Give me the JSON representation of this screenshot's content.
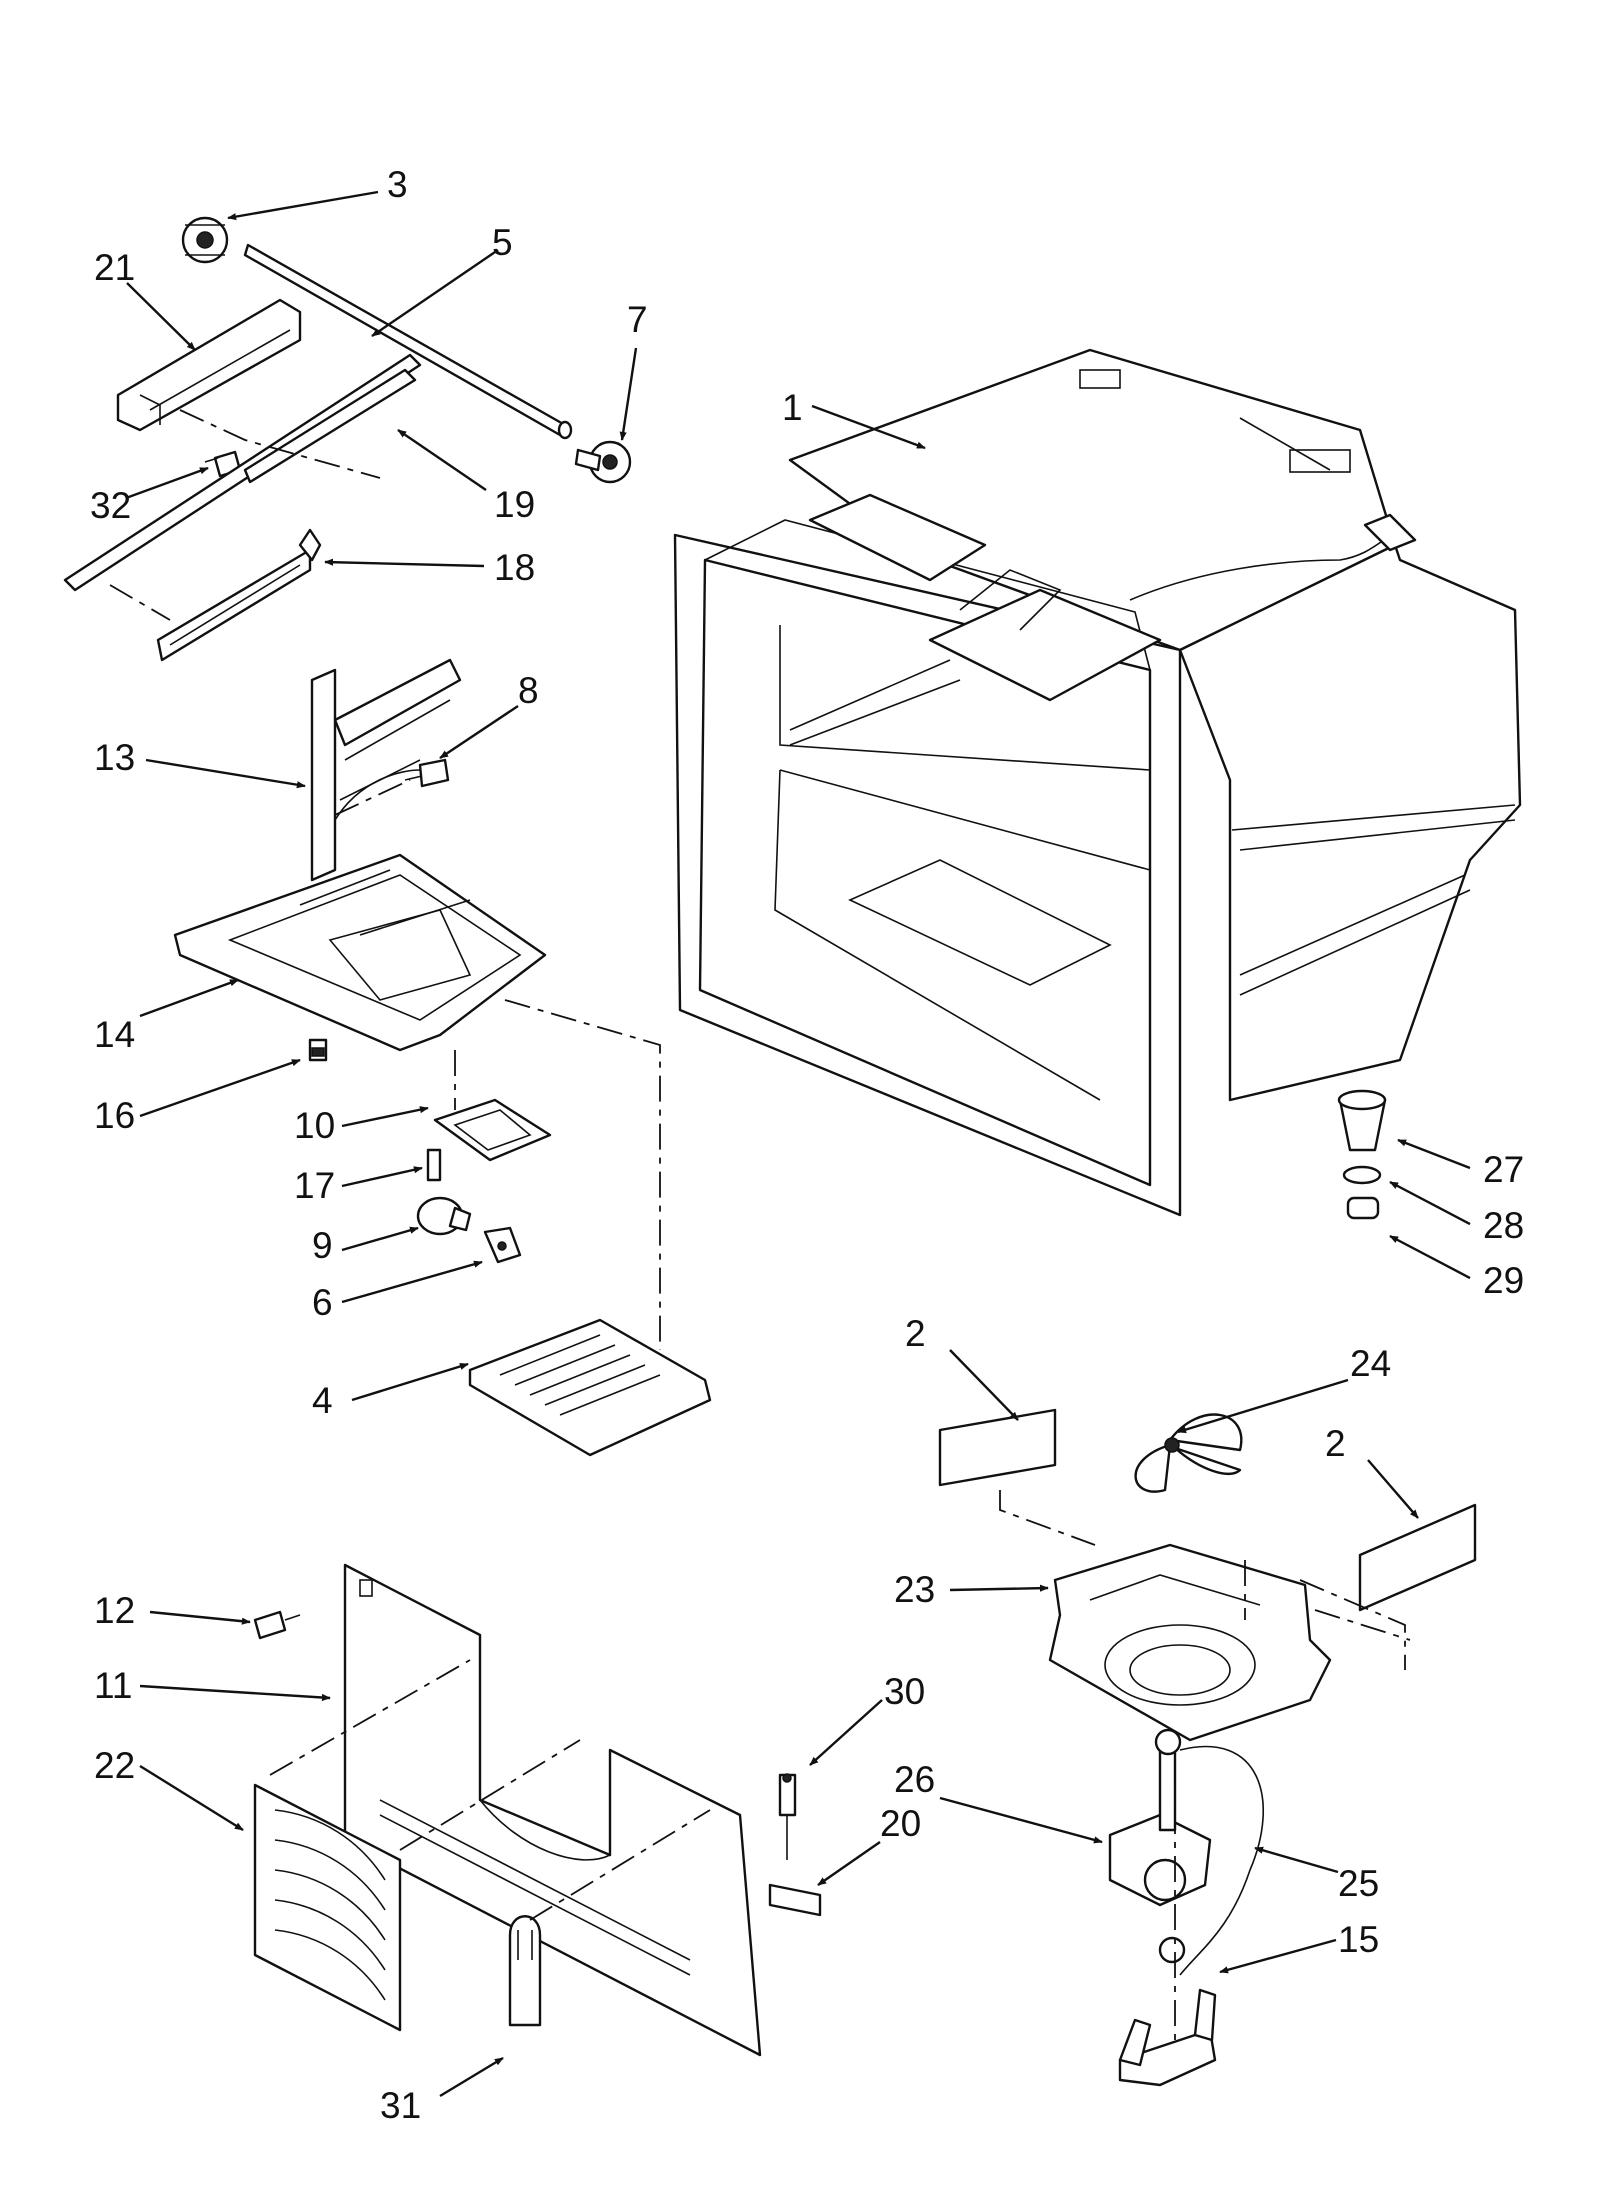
{
  "diagram": {
    "background": "#ffffff",
    "line_color": "#111111",
    "callouts": [
      "1",
      "2",
      "2",
      "3",
      "4",
      "5",
      "6",
      "7",
      "8",
      "9",
      "10",
      "11",
      "12",
      "13",
      "14",
      "15",
      "16",
      "17",
      "18",
      "19",
      "20",
      "21",
      "22",
      "23",
      "24",
      "25",
      "26",
      "27",
      "28",
      "29",
      "30",
      "31",
      "32"
    ]
  }
}
